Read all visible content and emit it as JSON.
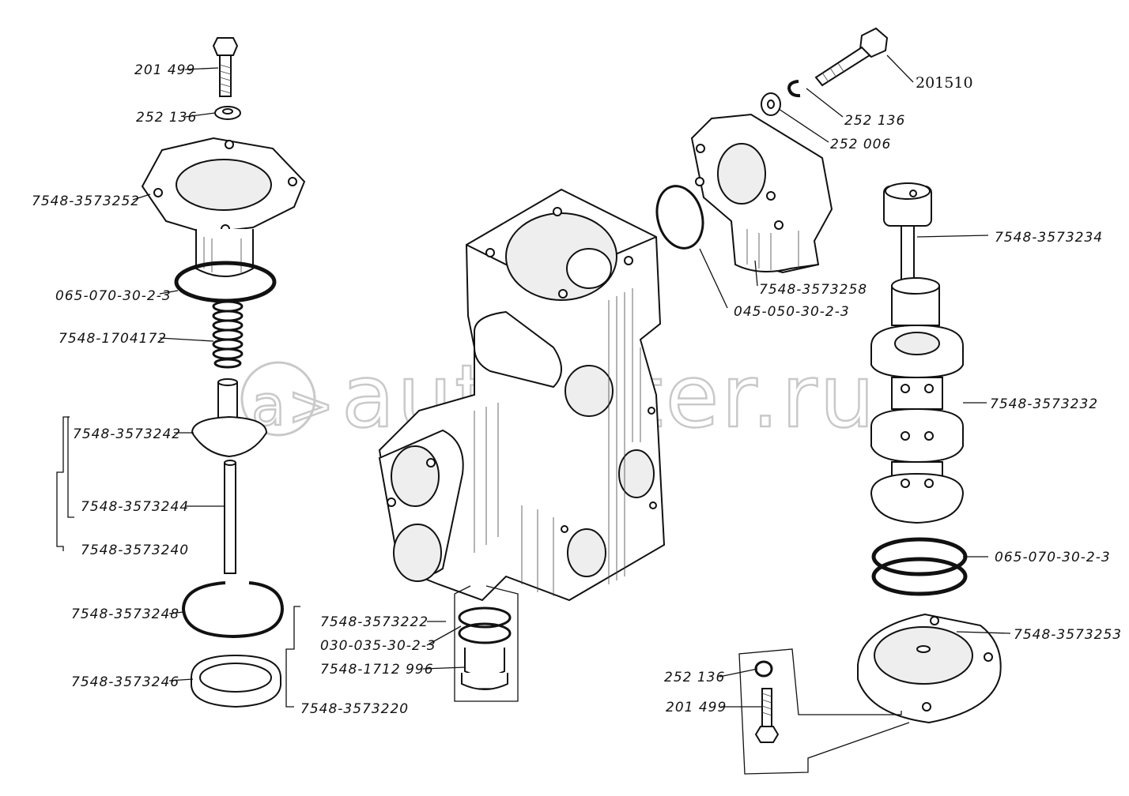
{
  "watermark": "autoalter.ru",
  "watermark_logo": "a>",
  "labels": {
    "l201499_top": "201 499",
    "l252136_top": "252 136",
    "l3573252": "7548-3573252",
    "l065_070_left": "065-070-30-2-3",
    "l1704172": "7548-1704172",
    "l3573242": "7548-3573242",
    "l3573244": "7548-3573244",
    "l3573240": "7548-3573240",
    "l3573248": "7548-3573248",
    "l3573246": "7548-3573246",
    "l3573220": "7548-3573220",
    "l3573222": "7548-3573222",
    "l030_035": "030-035-30-2-3",
    "l1712996": "7548-1712 996",
    "l201510": "201510",
    "l252136_r": "252 136",
    "l252006": "252 006",
    "l3573258": "7548-3573258",
    "l045_050": "045-050-30-2-3",
    "l3573234": "7548-3573234",
    "l3573232": "7548-3573232",
    "l065_070_right": "065-070-30-2-3",
    "l3573253": "7548-3573253",
    "l252136_bot": "252 136",
    "l201499_bot": "201 499"
  }
}
